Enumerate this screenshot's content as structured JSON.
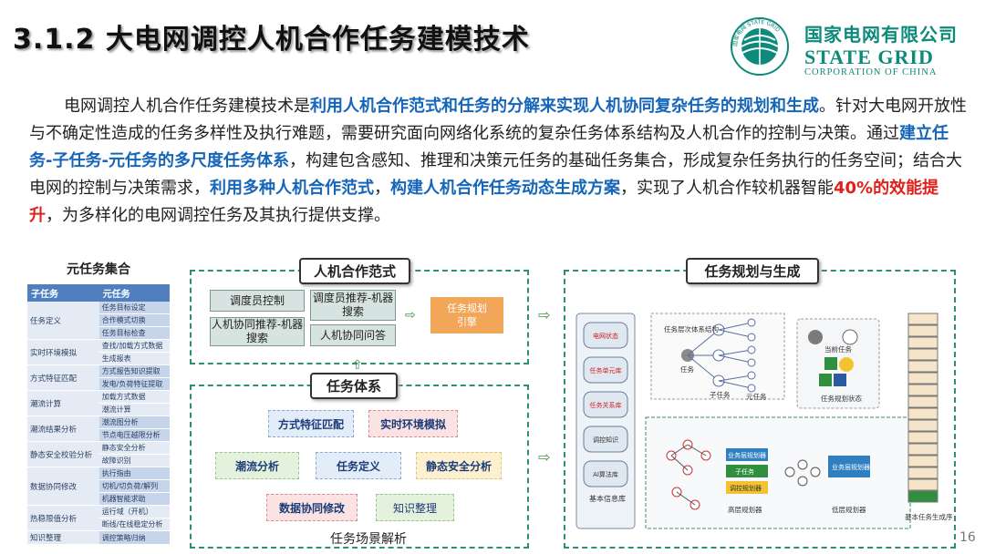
{
  "title": "3.1.2 大电网调控人机合作任务建模技术",
  "logo": {
    "cn": "国家电网有限公司",
    "en": "STATE GRID",
    "sub": "CORPORATION OF CHINA",
    "ring_text": "国家电网 STATE GRID"
  },
  "paragraph": {
    "p1": "电网调控人机合作任务建模技术是",
    "h1": "利用人机合作范式和任务的分解来实现人机协同复杂任务的规划和生成",
    "p2": "。针对大电网开放性与不确定性造成的任务多样性及执行难题，需要研究面向网络化系统的复杂任务体系结构及人机合作的控制与决策。通过",
    "h2": "建立任务-子任务-元任务的多尺度任务体系",
    "p3": "，构建包含感知、推理和决策元任务的基础任务集合，形成复杂任务执行的任务空间；结合大电网的控制与决策需求，",
    "h3": "利用多种人机合作范式",
    "p4": "，",
    "h4": "构建人机合作任务动态生成方案",
    "p5": "，实现了人机合作较机器智能",
    "r1": "40%的效能提升",
    "p6": "，为多样化的电网调控任务及其执行提供支撑。"
  },
  "meta_table": {
    "title": "元任务集合",
    "headers": [
      "子任务",
      "元任务"
    ],
    "groups": [
      {
        "cat": "任务定义",
        "items": [
          "任务目标设定",
          "合作模式切换",
          "任务目标检查"
        ]
      },
      {
        "cat": "实时环境模拟",
        "items": [
          "查找/加载方式数据",
          "生成报表"
        ]
      },
      {
        "cat": "方式特征匹配",
        "items": [
          "方式报告知识提取",
          "发电/负荷特征提取"
        ]
      },
      {
        "cat": "潮流计算",
        "items": [
          "加载方式数据",
          "潮流计算"
        ]
      },
      {
        "cat": "潮流结果分析",
        "items": [
          "潮流图分析",
          "节点电压越限分析"
        ]
      },
      {
        "cat": "静态安全校验分析",
        "items": [
          "静态安全分析",
          "故障识别"
        ]
      },
      {
        "cat": "数据协同修改",
        "items": [
          "执行指由",
          "切机/切负荷/解列",
          "机器智能求助"
        ]
      },
      {
        "cat": "热稳限值分析",
        "items": [
          "运行域（开机）",
          "断线/在线稳定分析"
        ]
      },
      {
        "cat": "知识整理",
        "items": [
          "调控策略归纳"
        ]
      }
    ]
  },
  "hmc": {
    "label": "人机合作范式",
    "boxes": [
      "调度员控制",
      "调度员推荐-机器搜索",
      "人机协同推荐-机器搜索",
      "人机协同问答"
    ],
    "engine": "任务规划引擎"
  },
  "task_system": {
    "label": "任务体系",
    "items": [
      "方式特征匹配",
      "实时环境模拟",
      "潮流分析",
      "任务定义",
      "静态安全分析",
      "数据协同修改",
      "知识整理"
    ],
    "caption": "任务场景解析"
  },
  "planning": {
    "label": "任务规划与生成",
    "db": [
      "电网状态",
      "任务单元库",
      "任务关系库",
      "调控知识",
      "AI算法库"
    ],
    "db_caption": "基本信息库",
    "tree_caption": "任务层次体系结构",
    "tree_labels": [
      "任务",
      "子任务",
      "元任务"
    ],
    "current": "当前任务",
    "state": "任务规划状态",
    "high_label": "高层规划器",
    "low_label": "低层规划器",
    "high_boxes": [
      "业务层规划器",
      "子任务",
      "调控规划器"
    ],
    "low_box": "业务层规划器",
    "seq_caption": "基本任务生成序列"
  },
  "page_number": "16",
  "colors": {
    "accent_blue": "#1565b8",
    "accent_red": "#e0201b",
    "brand_green": "#0d8a7a",
    "panel_border": "#2f8f6f"
  }
}
